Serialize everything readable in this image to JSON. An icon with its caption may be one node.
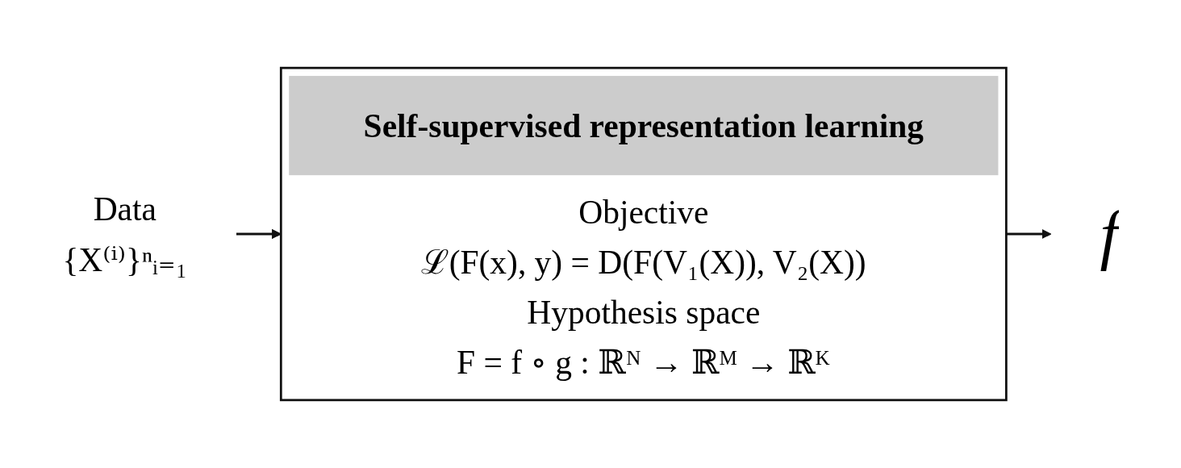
{
  "diagram": {
    "nodes": [
      {
        "text": [
          "Data",
          "{X⁽ⁱ⁾}ⁿᵢ₌₁"
        ]
      },
      {
        "text": [
          "Objective",
          "ℒ(F(x), y) = D(F(V₁(X)), V₂(X))",
          "Hypothesis space",
          "F = f ∘ g : ℝᴺ → ℝᴹ → ℝᴷ"
        ]
      },
      {
        "text": [
          "Self-supervised representation learning"
        ],
        "in": 1
      },
      {
        "text": [
          "f"
        ]
      }
    ],
    "edges": [
      {
        "from": 0,
        "to": 1,
        "arrow": "to"
      },
      {
        "from": 1,
        "to": 3,
        "arrow": "to"
      }
    ]
  }
}
